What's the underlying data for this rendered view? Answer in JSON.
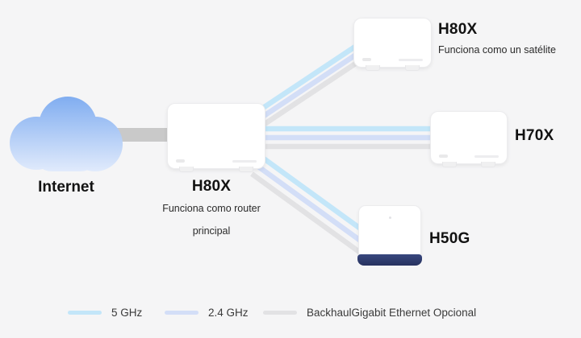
{
  "diagram": {
    "internet": {
      "label": "Internet"
    },
    "main_router": {
      "model": "H80X",
      "role_line1": "Funciona como router",
      "role_line2": "principal"
    },
    "satellite_top": {
      "model": "H80X",
      "role": "Funciona como un satélite"
    },
    "satellite_right": {
      "model": "H70X"
    },
    "satellite_bottom": {
      "model": "H50G"
    }
  },
  "legend": {
    "items": [
      {
        "label": "5 GHz",
        "color": "#c3e6f9"
      },
      {
        "label": "2.4 GHz",
        "color": "#d3def7"
      },
      {
        "label": "BackhaulGigabit Ethernet Opcional",
        "color": "#e2e2e4"
      }
    ]
  },
  "colors": {
    "background": "#f5f5f6",
    "wifi_5ghz": "#c3e6f9",
    "wifi_24ghz": "#d3def7",
    "ethernet_backhaul": "#e2e2e4",
    "internet_link": "#c9c9c9",
    "h50g_base": "#2c3a6d",
    "cloud_top": "#7dabf0",
    "cloud_bottom": "#e3ecfc",
    "label_text": "#121212"
  }
}
